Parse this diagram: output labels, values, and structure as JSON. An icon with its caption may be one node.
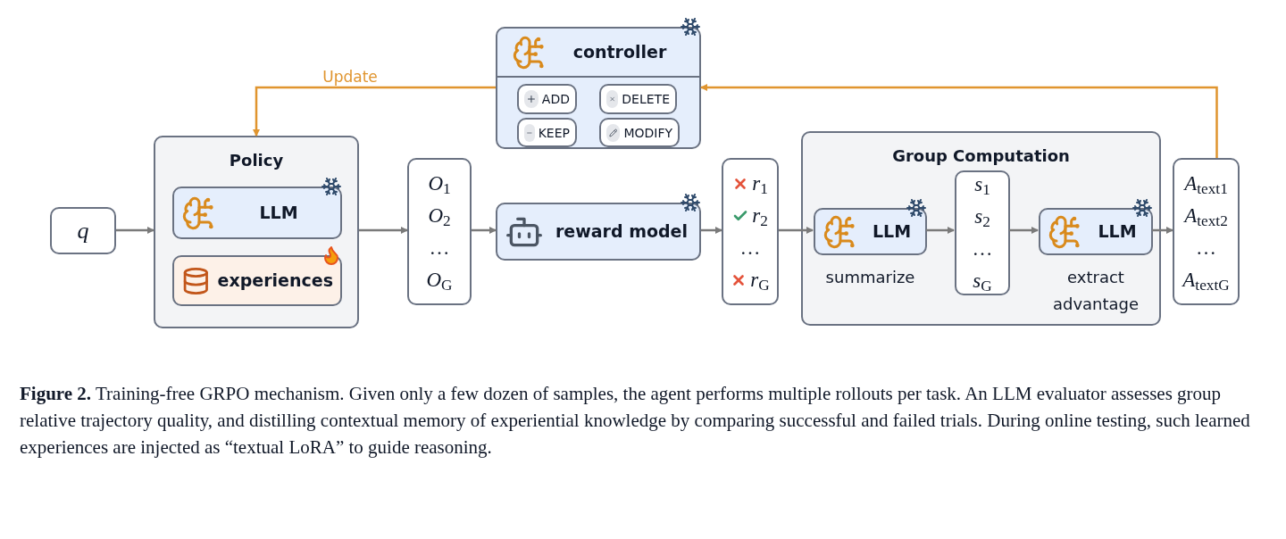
{
  "diagram": {
    "caption": "**Figure 2.** Training-free GRPO mechanism. Given only a few dozen of samples, the agent performs multiple rollouts per task. An LLM evaluator assesses group relative trajectory quality, and distilling contextual memory of experiential knowledge by comparing successful and failed trials. During online testing, such learned experiences are injected as “textual LoRA” to guide reasoning.",
    "nodes": [
      {
        "text": [
          "*q*"
        ]
      },
      {
        "text": [
          "Policy"
        ]
      },
      {
        "text": [
          "LLM"
        ],
        "in": 1
      },
      {
        "text": [
          "experiences"
        ],
        "in": 1
      },
      {
        "text": [
          "*O*$_{1}$",
          "*O*$_{2}$",
          "…",
          "*O*$_{G}$"
        ]
      },
      {
        "text": [
          "controller"
        ]
      },
      {
        "text": [
          "ADD"
        ],
        "in": 5
      },
      {
        "text": [
          "DELETE"
        ],
        "in": 5
      },
      {
        "text": [
          "KEEP"
        ],
        "in": 5
      },
      {
        "text": [
          "MODIFY"
        ],
        "in": 5
      },
      {
        "text": [
          "reward model"
        ]
      },
      {
        "text": [
          "*r*$_{1}$",
          "*r*$_{2}$",
          "…",
          "*r*$_{G}$"
        ]
      },
      {
        "text": [
          "Group Computation"
        ]
      },
      {
        "text": [
          "LLM"
        ],
        "in": 12,
        "beside": [
          "summarize"
        ]
      },
      {
        "text": [
          "*s*$_{1}$",
          "*s*$_{2}$",
          "…",
          "*s*$_{G}$"
        ],
        "in": 12
      },
      {
        "text": [
          "LLM"
        ],
        "in": 12,
        "beside": [
          "extract advantage"
        ]
      },
      {
        "text": [
          "*A*$_{text1}$",
          "*A*$_{text2}$",
          "…",
          "*A*$_{textG}$"
        ]
      }
    ],
    "edges": [
      {
        "from": 0,
        "to": 1,
        "arrow": "to"
      },
      {
        "from": 1,
        "to": 4,
        "arrow": "to"
      },
      {
        "from": 4,
        "to": 10,
        "arrow": "to"
      },
      {
        "from": 10,
        "to": 11,
        "arrow": "to"
      },
      {
        "from": 11,
        "to": 13,
        "arrow": "to"
      },
      {
        "from": 13,
        "to": 14,
        "arrow": "to"
      },
      {
        "from": 14,
        "to": 15,
        "arrow": "to"
      },
      {
        "from": 15,
        "to": 16,
        "arrow": "to"
      },
      {
        "from": 16,
        "to": 5,
        "arrow": "to",
        "color": "#e0952f"
      },
      {
        "from": 5,
        "to": 1,
        "arrow": "to",
        "label": "Update",
        "color": "#e0952f"
      }
    ]
  }
}
